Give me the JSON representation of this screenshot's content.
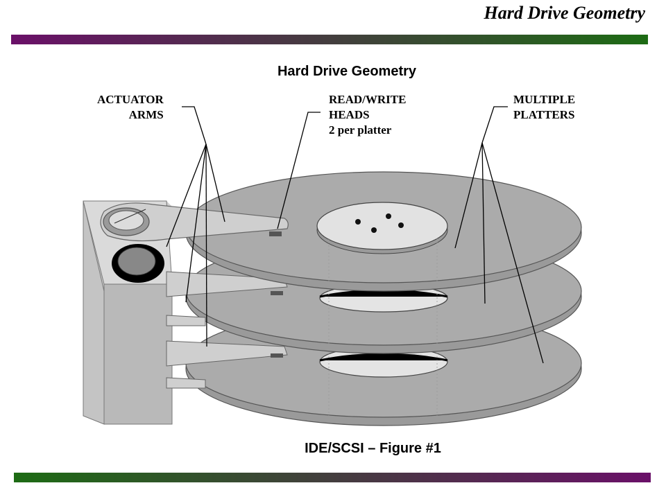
{
  "slide": {
    "title": "Hard Drive Geometry",
    "bar_gradient_top": [
      "#6a1068",
      "#1d6b14"
    ],
    "bar_gradient_bottom": [
      "#1d6b14",
      "#6a1068"
    ]
  },
  "diagram": {
    "title": "Hard Drive Geometry",
    "caption": "IDE/SCSI – Figure #1",
    "labels": {
      "actuator": [
        "ACTUATOR",
        "ARMS"
      ],
      "heads": [
        "READ/WRITE",
        "HEADS",
        "2 per platter"
      ],
      "platters": [
        "MULTIPLE",
        "PLATTERS"
      ]
    },
    "colors": {
      "platter": "#aaaaaa",
      "platter_edge": "#8a8a8a",
      "spindle": "#e2e2e2",
      "block_front": "#b4b4b4",
      "block_side": "#dcdcdc",
      "arm": "#cfcfcf"
    }
  }
}
